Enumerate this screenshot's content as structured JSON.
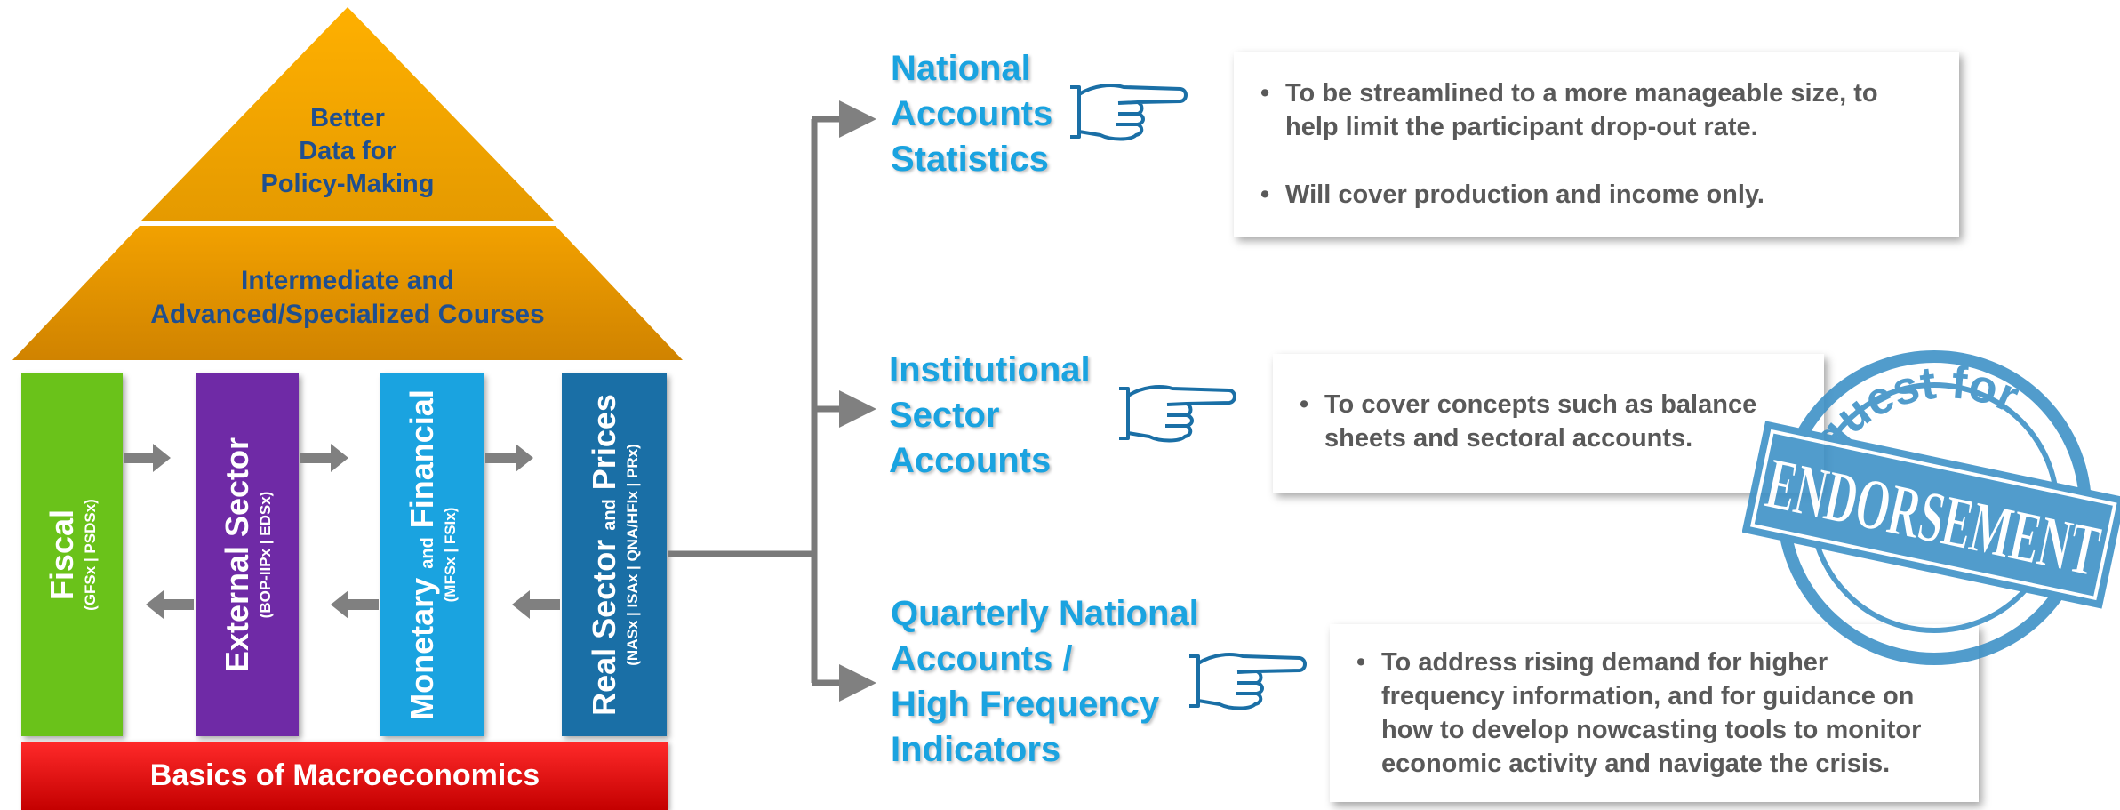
{
  "pyramid": {
    "top_text": [
      "Better",
      "Data for",
      "Policy-Making"
    ],
    "middle_text": [
      "Intermediate and",
      "Advanced/Specialized Courses"
    ],
    "base_label": "Basics of Macroeconomics"
  },
  "pillars": [
    {
      "main": "Fiscal",
      "connector": "",
      "main2": "",
      "sub": "(GFSx | PSDSx)",
      "color": "#6ac21a"
    },
    {
      "main": "External Sector",
      "connector": "",
      "main2": "",
      "sub": "(BOP-IIPx | EDSx)",
      "color": "#6f2aa6"
    },
    {
      "main": "Monetary",
      "connector": "and",
      "main2": "Financial",
      "sub": "(MFSx | FSIx)",
      "color": "#1aa3e0"
    },
    {
      "main": "Real Sector",
      "connector": "and",
      "main2": "Prices",
      "sub": "(NASx | ISAx | QNA/HFIx | PRx)",
      "color": "#1a6fa6"
    }
  ],
  "topics": [
    {
      "title": "National\nAccounts\nStatistics",
      "bullets": [
        "To be streamlined to a more manageable size, to help limit the participant drop-out rate.",
        "Will cover production and income only."
      ]
    },
    {
      "title": "Institutional\nSector\nAccounts",
      "bullets": [
        "To cover concepts such as balance sheets and sectoral accounts."
      ]
    },
    {
      "title": "Quarterly National\nAccounts /\nHigh Frequency\nIndicators",
      "bullets": [
        "To address rising demand for higher frequency information, and for guidance on how to develop nowcasting tools to monitor economic activity and navigate the crisis."
      ]
    }
  ],
  "stamp": {
    "arc_text": "Request for",
    "main_text": "ENDORSEMENT",
    "color": "#3a8fc6"
  },
  "icons": [
    "pointing-hand-icon",
    "arrow-right-icon",
    "arrow-left-icon"
  ]
}
